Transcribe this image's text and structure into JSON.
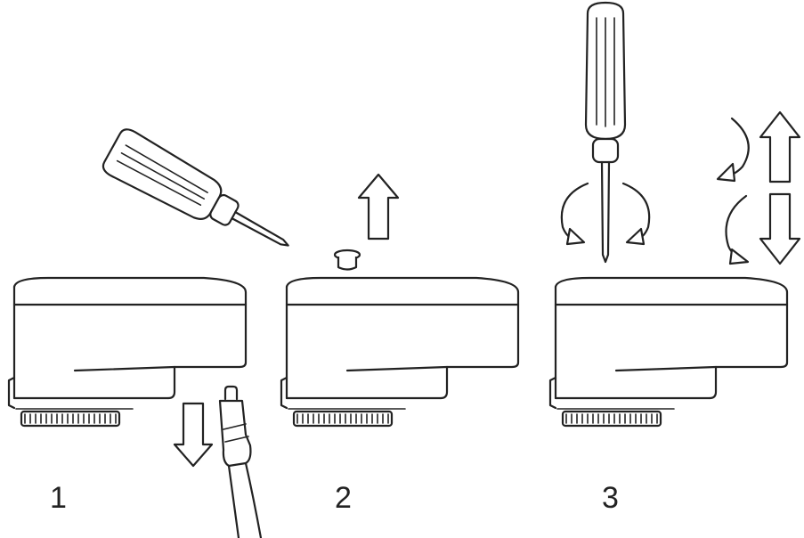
{
  "steps": [
    {
      "number": "1"
    },
    {
      "number": "2"
    },
    {
      "number": "3"
    }
  ],
  "colors": {
    "line": "#222222",
    "background": "#ffffff"
  },
  "icons": {
    "device": "camera-device",
    "tool": "screwdriver-icon",
    "cable": "usb-cable-icon",
    "cap": "plug-cap-icon",
    "arrow_up": "arrow-up-icon",
    "arrow_down": "arrow-down-icon",
    "rotate": "rotate-arrow-icon"
  }
}
